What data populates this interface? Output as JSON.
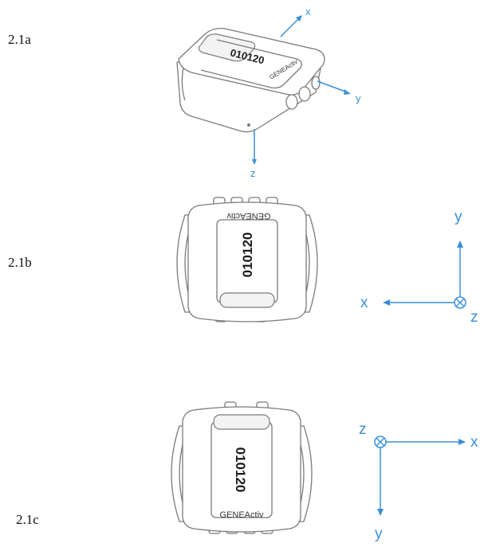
{
  "panels": [
    {
      "label": "2.1a",
      "serial": "010120",
      "brand": "GENEActiv",
      "axes": {
        "x": "x",
        "y": "y",
        "z": "z"
      }
    },
    {
      "label": "2.1b",
      "serial": "010120",
      "brand": "GENEActiv",
      "axes": {
        "x": "x",
        "y": "y",
        "z": "z"
      }
    },
    {
      "label": "2.1c",
      "serial": "010120",
      "brand": "GENEActiv",
      "axes": {
        "x": "x",
        "y": "y",
        "z": "z"
      }
    }
  ],
  "colors": {
    "axis": "#3a8fd6",
    "outline": "#7b7b7b"
  },
  "icons": {
    "into_page": "circled-times-icon"
  }
}
